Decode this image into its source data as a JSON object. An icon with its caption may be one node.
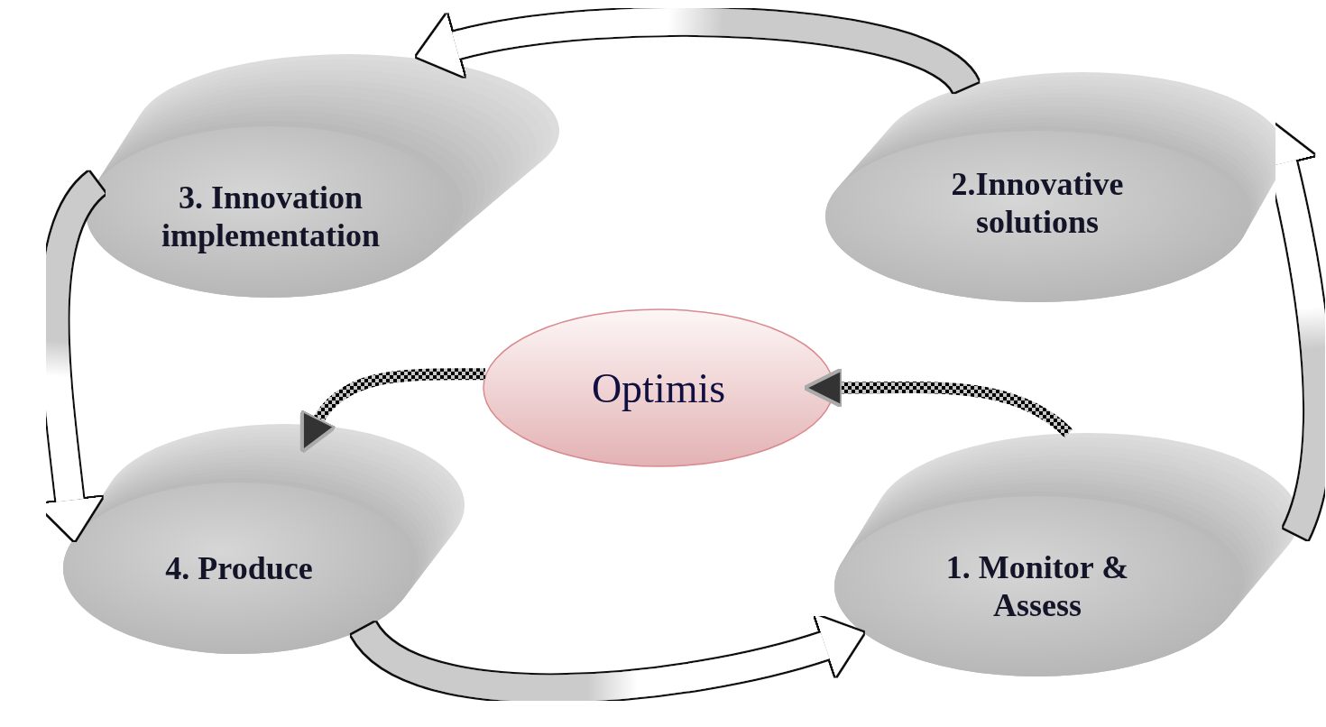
{
  "diagram": {
    "nodes": [
      {
        "text": [
          "3. Innovation implementation"
        ]
      },
      {
        "text": [
          "2.Innovative solutions"
        ]
      },
      {
        "text": [
          "Optimis"
        ]
      },
      {
        "text": [
          "4. Produce"
        ]
      },
      {
        "text": [
          "1. Monitor & Assess"
        ]
      }
    ],
    "edges": [
      {
        "from": 4,
        "to": 1,
        "arrow": "to"
      },
      {
        "from": 1,
        "to": 0,
        "arrow": "to"
      },
      {
        "from": 0,
        "to": 3,
        "arrow": "to"
      },
      {
        "from": 3,
        "to": 4,
        "arrow": "to"
      },
      {
        "from": 4,
        "to": 2,
        "arrow": "to",
        "style": "thick"
      },
      {
        "from": 2,
        "to": 3,
        "arrow": "to",
        "style": "thick"
      }
    ]
  }
}
